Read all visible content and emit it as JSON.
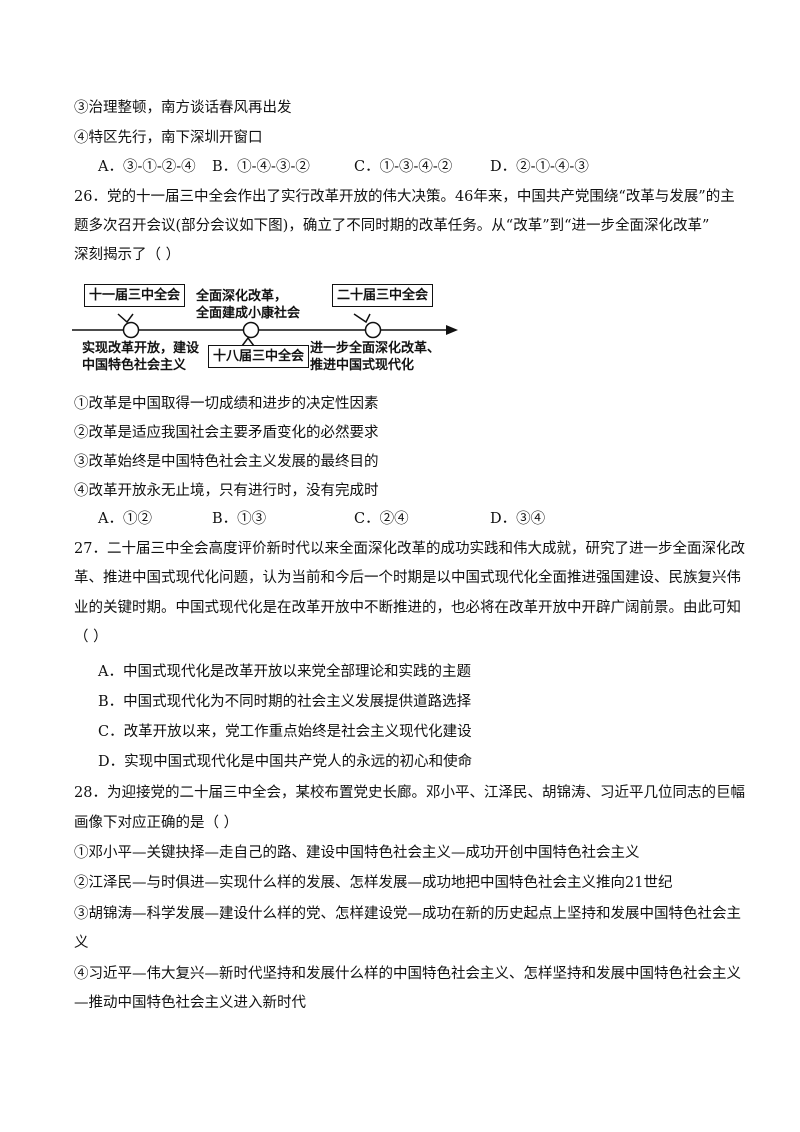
{
  "prev": {
    "item3": "③治理整顿，南方谈话春风再出发",
    "item4": "④特区先行，南下深圳开窗口",
    "options": [
      "A．③-①-②-④",
      "B．①-④-③-②",
      "C．①-③-④-②",
      "D．②-①-④-③"
    ]
  },
  "q26": {
    "line1": "26．党的十一届三中全会作出了实行改革开放的伟大决策。46年来，中国共产党围绕“改革与发展”的主",
    "line2": "题多次召开会议(部分会议如下图)，确立了不同时期的改革任务。从“改革”到“进一步全面深化改革”",
    "line3": "深刻揭示了（    ）",
    "timeline": {
      "box1": "十一届三中全会",
      "box2": "十八届三中全会",
      "box3": "二十届三中全会",
      "above_mid_1": "全面深化改革，",
      "above_mid_2": "全面建成小康社会",
      "below_left_1": "实现改革开放，建设",
      "below_left_2": "中国特色社会主义",
      "below_right_1": "进一步全面深化改革、",
      "below_right_2": "推进中国式现代化"
    },
    "items": [
      "①改革是中国取得一切成绩和进步的决定性因素",
      "②改革是适应我国社会主要矛盾变化的必然要求",
      "③改革始终是中国特色社会主义发展的最终目的",
      "④改革开放永无止境，只有进行时，没有完成时"
    ],
    "options": [
      "A．①②",
      "B．①③",
      "C．②④",
      "D．③④"
    ]
  },
  "q27": {
    "line1": "27．二十届三中全会高度评价新时代以来全面深化改革的成功实践和伟大成就，研究了进一步全面深化改",
    "line2": "革、推进中国式现代化问题，认为当前和今后一个时期是以中国式现代化全面推进强国建设、民族复兴伟",
    "line3": "业的关键时期。中国式现代化是在改革开放中不断推进的，也必将在改革开放中开辟广阔前景。由此可知",
    "line4": "（    ）",
    "options": [
      "A．中国式现代化是改革开放以来党全部理论和实践的主题",
      "B．中国式现代化为不同时期的社会主义发展提供道路选择",
      "C．改革开放以来，党工作重点始终是社会主义现代化建设",
      "D．实现中国式现代化是中国共产党人的永远的初心和使命"
    ]
  },
  "q28": {
    "line1": "28．为迎接党的二十届三中全会，某校布置党史长廊。邓小平、江泽民、胡锦涛、习近平几位同志的巨幅",
    "line2": "画像下对应正确的是（    ）",
    "item1": "①邓小平—关键抉择—走自己的路、建设中国特色社会主义—成功开创中国特色社会主义",
    "item2": "②江泽民—与时俱进—实现什么样的发展、怎样发展—成功地把中国特色社会主义推向21世纪",
    "item3a": "③胡锦涛—科学发展—建设什么样的党、怎样建设党—成功在新的历史起点上坚持和发展中国特色社会主",
    "item3b": "义",
    "item4a": "④习近平—伟大复兴—新时代坚持和发展什么样的中国特色社会主义、怎样坚持和发展中国特色社会主义",
    "item4b": "—推动中国特色社会主义进入新时代"
  }
}
